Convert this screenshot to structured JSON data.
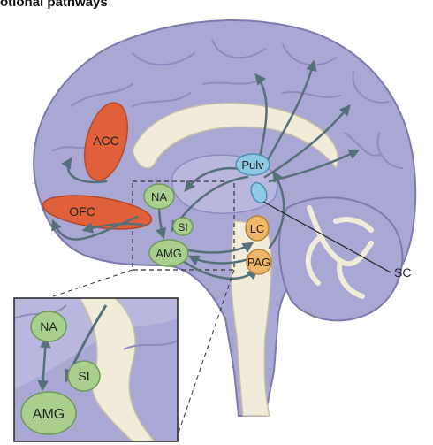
{
  "title": "otional pathways",
  "labels": {
    "acc": "ACC",
    "ofc": "OFC",
    "na": "NA",
    "si": "SI",
    "amg": "AMG",
    "pulv": "Pulv",
    "lc": "LC",
    "pag": "PAG",
    "sc": "SC"
  },
  "inset_labels": {
    "na": "NA",
    "si": "SI",
    "amg": "AMG"
  },
  "colors": {
    "cortex": "#a9a7d3",
    "cortex_dark": "#8f8cc0",
    "white_matter": "#f1ecd9",
    "limbic_red": "#e0603a",
    "limbic_green": "#a9cf8f",
    "pulvinar_blue": "#8ec9e6",
    "brainstem_orange": "#f0b66a",
    "arrow": "#56707a"
  }
}
